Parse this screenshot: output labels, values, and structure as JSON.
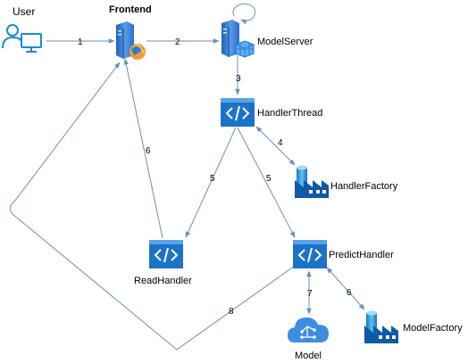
{
  "nodes": {
    "user": "User",
    "frontend": "Frontend",
    "model_server": "ModelServer",
    "handler_thread": "HandlerThread",
    "handler_factory": "HandlerFactory",
    "read_handler": "ReadHandler",
    "predict_handler": "PredictHandler",
    "model": "Model",
    "model_factory": "ModelFactory"
  },
  "edges": {
    "user_frontend": "1",
    "frontend_modelserver": "2",
    "modelserver_handlerthread": "3",
    "handlerthread_handlerfactory": "4",
    "handlerthread_readhandler": "5",
    "handlerthread_predicthandler": "5",
    "readhandler_frontend": "6",
    "predicthandler_model": "7",
    "predicthandler_modelfactory": "6",
    "predicthandler_frontend": "8"
  },
  "colors": {
    "edge": "#6c8ebf",
    "azure_blue": "#1a73c8",
    "azure_light": "#5aa3e8",
    "factory_dark": "#0f5aa6"
  },
  "icons": {
    "user": "user-computer-icon",
    "frontend": "web-server-icon",
    "model_server": "application-server-icon",
    "handler": "code-block-icon",
    "factory": "data-factory-icon",
    "model": "cognitive-services-icon"
  }
}
